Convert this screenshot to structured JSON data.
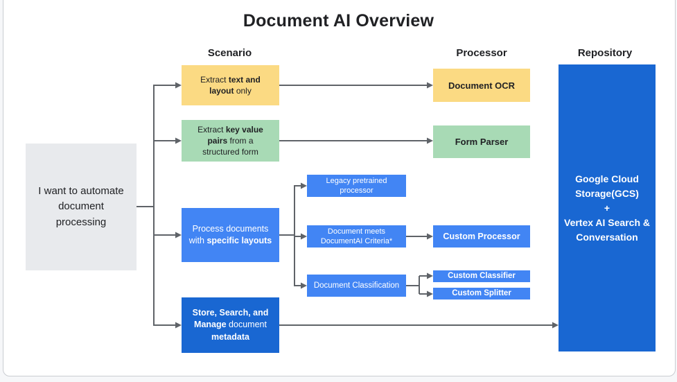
{
  "title": "Document AI Overview",
  "columns": {
    "scenario": "Scenario",
    "processor": "Processor",
    "repository": "Repository"
  },
  "colors": {
    "yellow": "#FBDA83",
    "green": "#A8DAB5",
    "blue": "#4285F4",
    "dark_blue": "#1967D2",
    "gray_box": "#E8EAED",
    "connector": "#5F6368",
    "text_dark": "#202124",
    "text_light": "#FFFFFF"
  },
  "nodes": {
    "intent": {
      "segments": [
        {
          "t": "I want to automate\ndocument\nprocessing"
        }
      ]
    },
    "extract_text": {
      "segments": [
        {
          "t": "Extract "
        },
        {
          "t": "text and\nlayout",
          "b": true
        },
        {
          "t": " only"
        }
      ]
    },
    "document_ocr": {
      "segments": [
        {
          "t": "Document OCR",
          "b": true
        }
      ]
    },
    "extract_key_value": {
      "segments": [
        {
          "t": "Extract "
        },
        {
          "t": "key value\npairs",
          "b": true
        },
        {
          "t": " from a\nstructured form"
        }
      ]
    },
    "form_parser": {
      "segments": [
        {
          "t": "Form Parser",
          "b": true
        }
      ]
    },
    "process_documents": {
      "segments": [
        {
          "t": "Process documents\nwith "
        },
        {
          "t": "specific layouts",
          "b": true
        }
      ]
    },
    "legacy_pretrained": {
      "segments": [
        {
          "t": "Legacy pretrained\nprocessor"
        }
      ]
    },
    "document_meets_criteria": {
      "segments": [
        {
          "t": "Document meets\nDocumentAI Criteria*"
        }
      ]
    },
    "custom_processor": {
      "segments": [
        {
          "t": "Custom Processor",
          "b": true
        }
      ]
    },
    "document_classification": {
      "segments": [
        {
          "t": "Document Classification"
        }
      ]
    },
    "custom_classifier": {
      "segments": [
        {
          "t": "Custom Classifier",
          "b": true
        }
      ]
    },
    "custom_splitter": {
      "segments": [
        {
          "t": "Custom Splitter",
          "b": true
        }
      ]
    },
    "store_search_manage": {
      "segments": [
        {
          "t": "Store, Search, and\nManage",
          "b": true
        },
        {
          "t": " document\n"
        },
        {
          "t": "metadata",
          "b": true
        }
      ]
    },
    "repository": {
      "segments": [
        {
          "t": "Google Cloud\nStorage(GCS)\n+\nVertex AI Search &\nConversation",
          "b": true
        }
      ]
    }
  }
}
